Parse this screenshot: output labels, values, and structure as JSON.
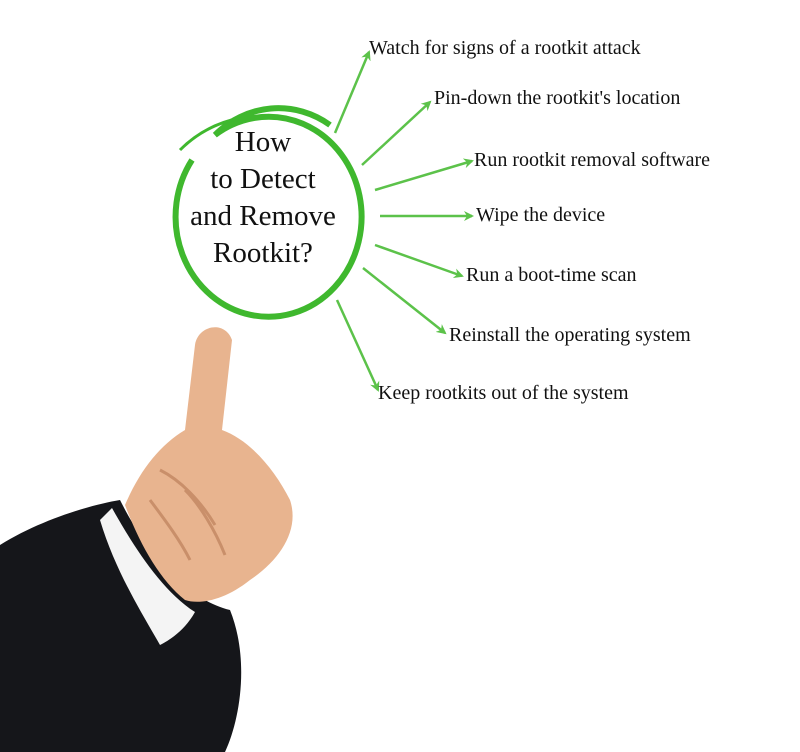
{
  "center": {
    "lines": [
      "How",
      "to Detect",
      "and Remove",
      "Rootkit?"
    ]
  },
  "items": [
    "Watch for signs of a rootkit attack",
    "Pin-down the rootkit's location",
    "Run rootkit removal software",
    "Wipe the device",
    "Run a boot-time scan",
    "Reinstall the operating system",
    "Keep rootkits out of the system"
  ],
  "colors": {
    "accent": "#3fb82e",
    "arrow": "#5cc24a",
    "text": "#111111",
    "suit": "#15161a",
    "skin": "#e8b48f"
  }
}
